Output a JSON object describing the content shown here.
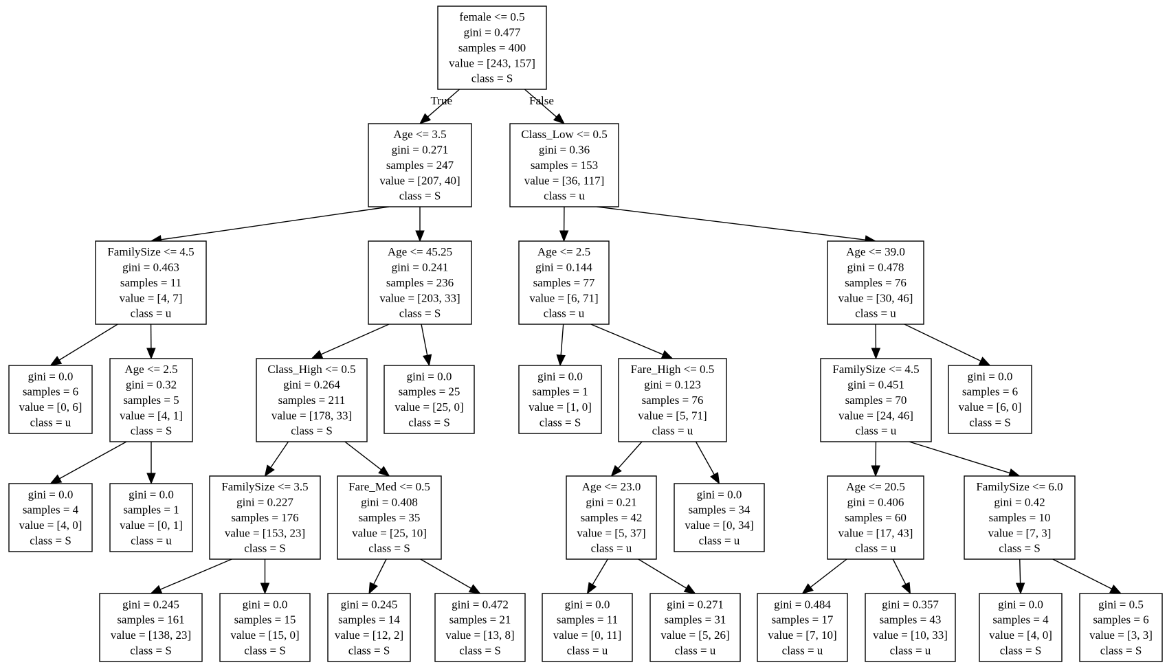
{
  "colors": {
    "line": "#000000",
    "box_fill": "#ffffff",
    "text": "#000000"
  },
  "nodes": {
    "n0": {
      "lines": [
        "female <= 0.5",
        "gini = 0.477",
        "samples = 400",
        "value = [243, 157]",
        "class = S"
      ]
    },
    "n1": {
      "lines": [
        "Age <= 3.5",
        "gini = 0.271",
        "samples = 247",
        "value = [207, 40]",
        "class = S"
      ]
    },
    "n2": {
      "lines": [
        "Class_Low <= 0.5",
        "gini = 0.36",
        "samples = 153",
        "value = [36, 117]",
        "class = u"
      ]
    },
    "n3": {
      "lines": [
        "FamilySize <= 4.5",
        "gini = 0.463",
        "samples = 11",
        "value = [4, 7]",
        "class = u"
      ]
    },
    "n4": {
      "lines": [
        "Age <= 45.25",
        "gini = 0.241",
        "samples = 236",
        "value = [203, 33]",
        "class = S"
      ]
    },
    "n5": {
      "lines": [
        "Age <= 2.5",
        "gini = 0.144",
        "samples = 77",
        "value = [6, 71]",
        "class = u"
      ]
    },
    "n6": {
      "lines": [
        "Age <= 39.0",
        "gini = 0.478",
        "samples = 76",
        "value = [30, 46]",
        "class = u"
      ]
    },
    "n7": {
      "lines": [
        "gini = 0.0",
        "samples = 6",
        "value = [0, 6]",
        "class = u"
      ]
    },
    "n8": {
      "lines": [
        "Age <= 2.5",
        "gini = 0.32",
        "samples = 5",
        "value = [4, 1]",
        "class = S"
      ]
    },
    "n9": {
      "lines": [
        "Class_High <= 0.5",
        "gini = 0.264",
        "samples = 211",
        "value = [178, 33]",
        "class = S"
      ]
    },
    "n10": {
      "lines": [
        "gini = 0.0",
        "samples = 25",
        "value = [25, 0]",
        "class = S"
      ]
    },
    "n11": {
      "lines": [
        "gini = 0.0",
        "samples = 1",
        "value = [1, 0]",
        "class = S"
      ]
    },
    "n12": {
      "lines": [
        "Fare_High <= 0.5",
        "gini = 0.123",
        "samples = 76",
        "value = [5, 71]",
        "class = u"
      ]
    },
    "n13": {
      "lines": [
        "FamilySize <= 4.5",
        "gini = 0.451",
        "samples = 70",
        "value = [24, 46]",
        "class = u"
      ]
    },
    "n14": {
      "lines": [
        "gini = 0.0",
        "samples = 6",
        "value = [6, 0]",
        "class = S"
      ]
    },
    "n15": {
      "lines": [
        "gini = 0.0",
        "samples = 4",
        "value = [4, 0]",
        "class = S"
      ]
    },
    "n16": {
      "lines": [
        "gini = 0.0",
        "samples = 1",
        "value = [0, 1]",
        "class = u"
      ]
    },
    "n17": {
      "lines": [
        "FamilySize <= 3.5",
        "gini = 0.227",
        "samples = 176",
        "value = [153, 23]",
        "class = S"
      ]
    },
    "n18": {
      "lines": [
        "Fare_Med <= 0.5",
        "gini = 0.408",
        "samples = 35",
        "value = [25, 10]",
        "class = S"
      ]
    },
    "n19": {
      "lines": [
        "Age <= 23.0",
        "gini = 0.21",
        "samples = 42",
        "value = [5, 37]",
        "class = u"
      ]
    },
    "n20": {
      "lines": [
        "gini = 0.0",
        "samples = 34",
        "value = [0, 34]",
        "class = u"
      ]
    },
    "n21": {
      "lines": [
        "Age <= 20.5",
        "gini = 0.406",
        "samples = 60",
        "value = [17, 43]",
        "class = u"
      ]
    },
    "n22": {
      "lines": [
        "FamilySize <= 6.0",
        "gini = 0.42",
        "samples = 10",
        "value = [7, 3]",
        "class = S"
      ]
    },
    "n23": {
      "lines": [
        "gini = 0.245",
        "samples = 161",
        "value = [138, 23]",
        "class = S"
      ]
    },
    "n24": {
      "lines": [
        "gini = 0.0",
        "samples = 15",
        "value = [15, 0]",
        "class = S"
      ]
    },
    "n25": {
      "lines": [
        "gini = 0.245",
        "samples = 14",
        "value = [12, 2]",
        "class = S"
      ]
    },
    "n26": {
      "lines": [
        "gini = 0.472",
        "samples = 21",
        "value = [13, 8]",
        "class = S"
      ]
    },
    "n27": {
      "lines": [
        "gini = 0.0",
        "samples = 11",
        "value = [0, 11]",
        "class = u"
      ]
    },
    "n28": {
      "lines": [
        "gini = 0.271",
        "samples = 31",
        "value = [5, 26]",
        "class = u"
      ]
    },
    "n29": {
      "lines": [
        "gini = 0.484",
        "samples = 17",
        "value = [7, 10]",
        "class = u"
      ]
    },
    "n30": {
      "lines": [
        "gini = 0.357",
        "samples = 43",
        "value = [10, 33]",
        "class = u"
      ]
    },
    "n31": {
      "lines": [
        "gini = 0.0",
        "samples = 4",
        "value = [4, 0]",
        "class = S"
      ]
    },
    "n32": {
      "lines": [
        "gini = 0.5",
        "samples = 6",
        "value = [3, 3]",
        "class = S"
      ]
    }
  },
  "edges": [
    {
      "from": "n0",
      "to": "n1",
      "label": "True"
    },
    {
      "from": "n0",
      "to": "n2",
      "label": "False"
    },
    {
      "from": "n1",
      "to": "n3"
    },
    {
      "from": "n1",
      "to": "n4"
    },
    {
      "from": "n2",
      "to": "n5"
    },
    {
      "from": "n2",
      "to": "n6"
    },
    {
      "from": "n3",
      "to": "n7"
    },
    {
      "from": "n3",
      "to": "n8"
    },
    {
      "from": "n4",
      "to": "n9"
    },
    {
      "from": "n4",
      "to": "n10"
    },
    {
      "from": "n5",
      "to": "n11"
    },
    {
      "from": "n5",
      "to": "n12"
    },
    {
      "from": "n6",
      "to": "n13"
    },
    {
      "from": "n6",
      "to": "n14"
    },
    {
      "from": "n8",
      "to": "n15"
    },
    {
      "from": "n8",
      "to": "n16"
    },
    {
      "from": "n9",
      "to": "n17"
    },
    {
      "from": "n9",
      "to": "n18"
    },
    {
      "from": "n12",
      "to": "n19"
    },
    {
      "from": "n12",
      "to": "n20"
    },
    {
      "from": "n13",
      "to": "n21"
    },
    {
      "from": "n13",
      "to": "n22"
    },
    {
      "from": "n17",
      "to": "n23"
    },
    {
      "from": "n17",
      "to": "n24"
    },
    {
      "from": "n18",
      "to": "n25"
    },
    {
      "from": "n18",
      "to": "n26"
    },
    {
      "from": "n19",
      "to": "n27"
    },
    {
      "from": "n19",
      "to": "n28"
    },
    {
      "from": "n21",
      "to": "n29"
    },
    {
      "from": "n21",
      "to": "n30"
    },
    {
      "from": "n22",
      "to": "n31"
    },
    {
      "from": "n22",
      "to": "n32"
    }
  ]
}
